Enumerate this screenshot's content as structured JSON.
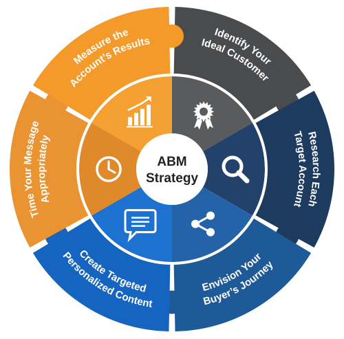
{
  "center": {
    "line1": "ABM",
    "line2": "Strategy"
  },
  "segments": [
    {
      "label_line1": "Identify Your",
      "label_line2": "Ideal Customer",
      "icon": "award-badge-icon",
      "outer_color": "#4a4b4d",
      "inner_color": "#5a5b5d"
    },
    {
      "label_line1": "Research Each",
      "label_line2": "Target Account",
      "icon": "magnifier-icon",
      "outer_color": "#1d3a5f",
      "inner_color": "#22426b"
    },
    {
      "label_line1": "Envision Your",
      "label_line2": "Buyer’s Journey",
      "icon": "share-icon",
      "outer_color": "#1f5a98",
      "inner_color": "#2563a8"
    },
    {
      "label_line1": "Create Targeted",
      "label_line2": "Personalized Content",
      "icon": "chat-bubble-icon",
      "outer_color": "#1565c0",
      "inner_color": "#1e72cf"
    },
    {
      "label_line1": "Time Your Message",
      "label_line2": "Appropriately",
      "icon": "clock-icon",
      "outer_color": "#ea9332",
      "inner_color": "#e0892a"
    },
    {
      "label_line1": "Measure the",
      "label_line2": "Account’s Results",
      "icon": "bar-chart-icon",
      "outer_color": "#f39a2b",
      "inner_color": "#f5a033"
    }
  ]
}
